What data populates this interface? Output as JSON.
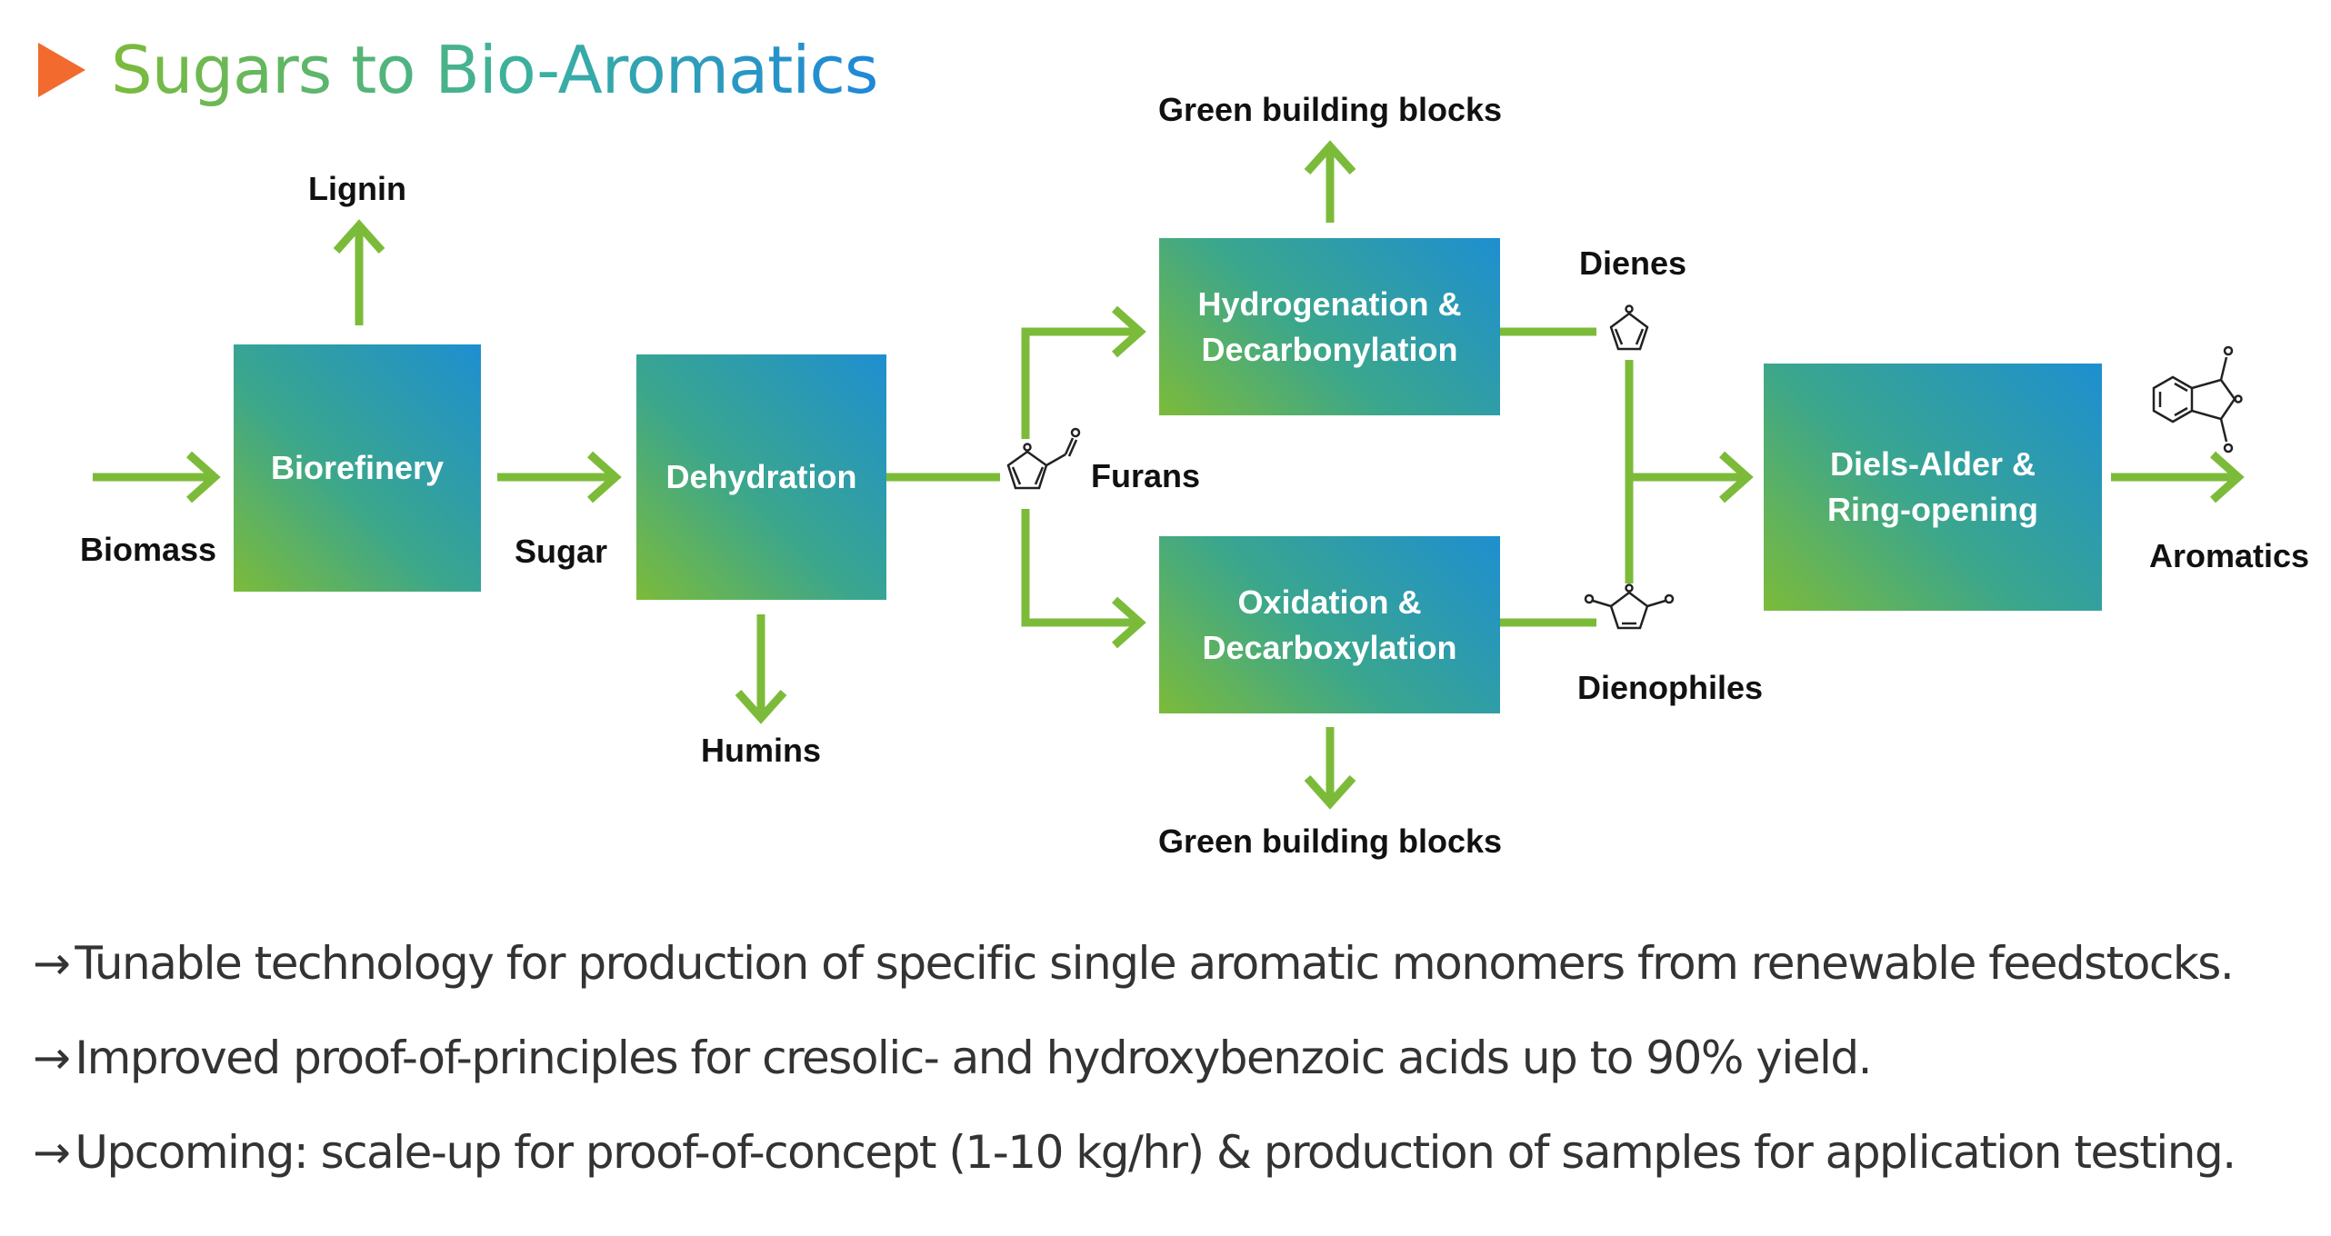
{
  "title": "Sugars to Bio-Aromatics",
  "colors": {
    "arrow": "#7cbb3a",
    "title_start": "#7cbb3a",
    "title_end": "#1e88d8",
    "marker": "#f26a2e"
  },
  "diagram": {
    "boxes": {
      "biorefinery": "Biorefinery",
      "dehydration": "Dehydration",
      "hydrogenation_line1": "Hydrogenation &",
      "hydrogenation_line2": "Decarbonylation",
      "oxidation_line1": "Oxidation &",
      "oxidation_line2": "Decarboxylation",
      "diels_line1": "Diels-Alder &",
      "diels_line2": "Ring-opening"
    },
    "labels": {
      "biomass": "Biomass",
      "lignin": "Lignin",
      "sugar": "Sugar",
      "humins": "Humins",
      "furans": "Furans",
      "green_top": "Green building blocks",
      "green_bottom": "Green building blocks",
      "dienes": "Dienes",
      "dienophiles": "Dienophiles",
      "aromatics": "Aromatics"
    },
    "molecule_icons": [
      "furfural-structure-icon",
      "furan-structure-icon",
      "maleic-anhydride-structure-icon",
      "phthalic-anhydride-structure-icon"
    ]
  },
  "bullets": [
    {
      "arrow": "→",
      "text": "Tunable technology for production of specific single aromatic monomers from renewable feedstocks."
    },
    {
      "arrow": "→",
      "text": "Improved proof-of-principles for cresolic- and hydroxybenzoic acids up to 90% yield."
    },
    {
      "arrow": "→",
      "text": "Upcoming: scale-up for proof-of-concept (1-10 kg/hr) & production of samples for application testing."
    }
  ]
}
